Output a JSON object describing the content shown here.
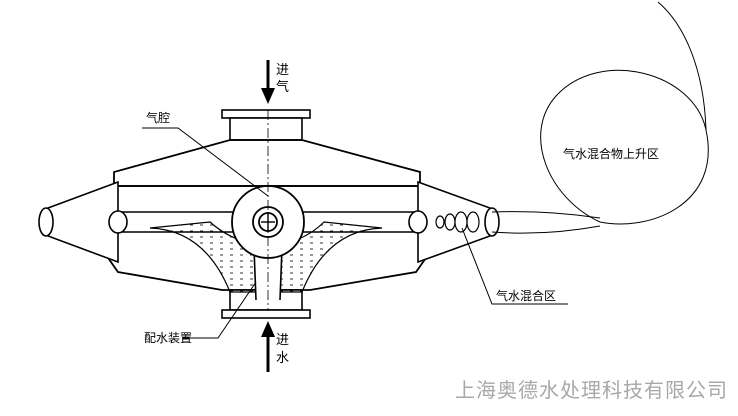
{
  "diagram": {
    "labels": {
      "air_inlet_line1": "进",
      "air_inlet_line2": "气",
      "air_chamber": "气腔",
      "mixture_rise_zone": "气水混合物上升区",
      "mixing_zone": "气水混合区",
      "water_distributor": "配水装置",
      "water_inlet_line1": "进",
      "water_inlet_line2": "水"
    },
    "company": "上海奥德水处理科技有限公司",
    "colors": {
      "ink": "#000000",
      "watermark": "#a8a8a8",
      "background": "#ffffff"
    }
  }
}
